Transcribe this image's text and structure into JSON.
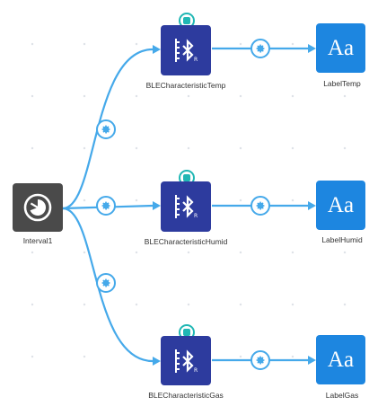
{
  "nodes": {
    "interval": {
      "label": "Interval1",
      "icon": "timer-icon"
    },
    "ble_temp": {
      "label": "BLECharacteristicTemp",
      "icon": "bluetooth-characteristic-icon"
    },
    "ble_humid": {
      "label": "BLECharacteristicHumid",
      "icon": "bluetooth-characteristic-icon"
    },
    "ble_gas": {
      "label": "BLECharacteristicGas",
      "icon": "bluetooth-characteristic-icon"
    },
    "label_temp": {
      "label": "LabelTemp",
      "icon_text": "Aa"
    },
    "label_humid": {
      "label": "LabelHumid",
      "icon_text": "Aa"
    },
    "label_gas": {
      "label": "LabelGas",
      "icon_text": "Aa"
    }
  },
  "connections": [
    {
      "from": "Interval1",
      "to": "BLECharacteristicTemp",
      "handle_icon": "gear-icon"
    },
    {
      "from": "Interval1",
      "to": "BLECharacteristicHumid",
      "handle_icon": "gear-icon"
    },
    {
      "from": "Interval1",
      "to": "BLECharacteristicGas",
      "handle_icon": "gear-icon"
    },
    {
      "from": "BLECharacteristicTemp",
      "to": "LabelTemp",
      "handle_icon": "gear-icon"
    },
    {
      "from": "BLECharacteristicHumid",
      "to": "LabelHumid",
      "handle_icon": "gear-icon"
    },
    {
      "from": "BLECharacteristicGas",
      "to": "LabelGas",
      "handle_icon": "gear-icon"
    }
  ],
  "colors": {
    "edge": "#45a9ea",
    "timer_tile": "#4a4a4a",
    "ble_tile": "#2d3b9e",
    "label_tile": "#1d86e0",
    "port": "#20b7b4"
  }
}
